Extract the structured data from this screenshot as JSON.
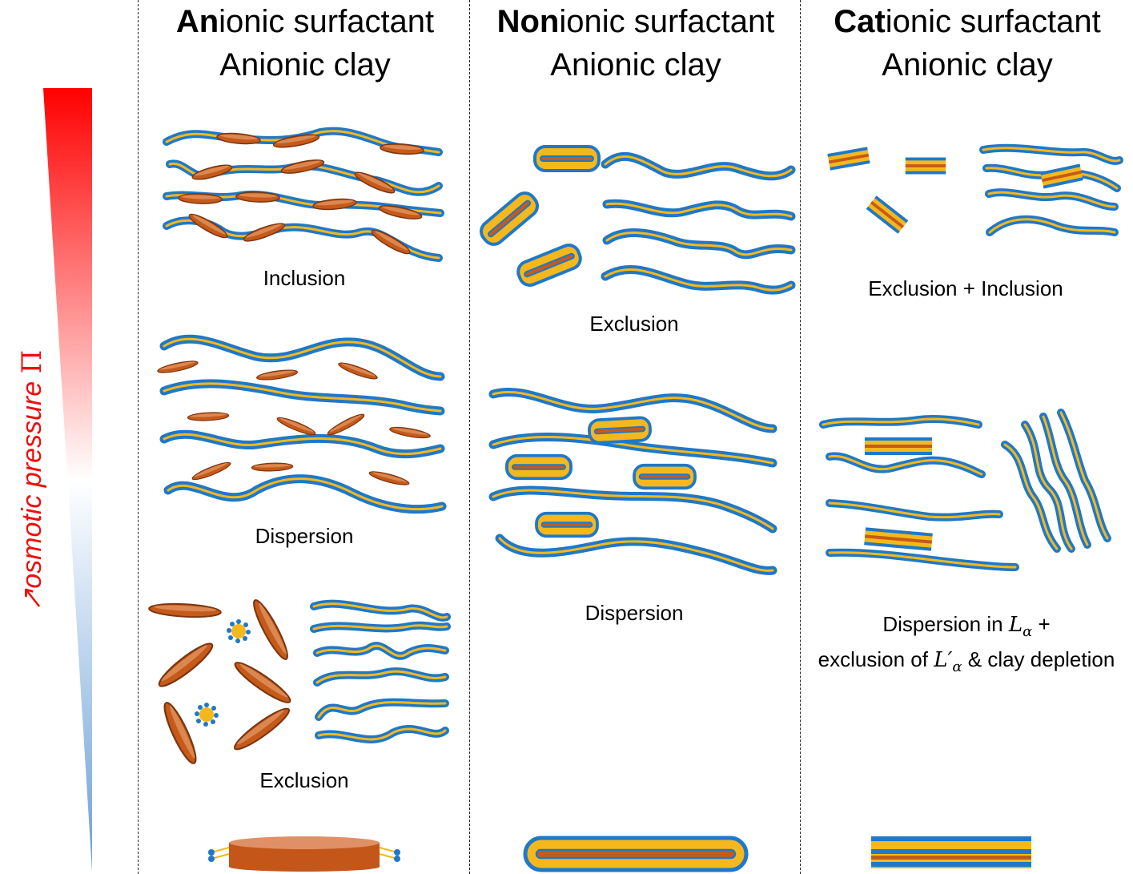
{
  "axis": {
    "arrow": "↗",
    "text": "osmotic pressure ",
    "symbol": "Π",
    "color_top": "#ff0000",
    "color_bottom": "#6a9fd6"
  },
  "columns": [
    {
      "title_bold": "An",
      "title_rest": "ionic surfactant",
      "subtitle": "Anionic clay",
      "labels": [
        "Inclusion",
        "Dispersion",
        "Exclusion"
      ]
    },
    {
      "title_bold": "Non",
      "title_rest": "ionic surfactant",
      "subtitle": "Anionic clay",
      "labels": [
        "Exclusion",
        "Dispersion"
      ]
    },
    {
      "title_bold": "Cat",
      "title_rest": "ionic surfactant",
      "subtitle": "Anionic clay",
      "labels": [
        "Exclusion + Inclusion"
      ],
      "multi_label": {
        "line1_pre": "Dispersion in ",
        "La": "L",
        "alpha": "α",
        "line1_post": " +",
        "line2_pre": "exclusion of ",
        "Lp": "L′",
        "line2_post": " & clay depletion"
      }
    }
  ],
  "colors": {
    "membrane_outer": "#1f78c8",
    "membrane_inner": "#f5b81c",
    "clay": "#c55a1a",
    "clay_light": "#e09066"
  }
}
